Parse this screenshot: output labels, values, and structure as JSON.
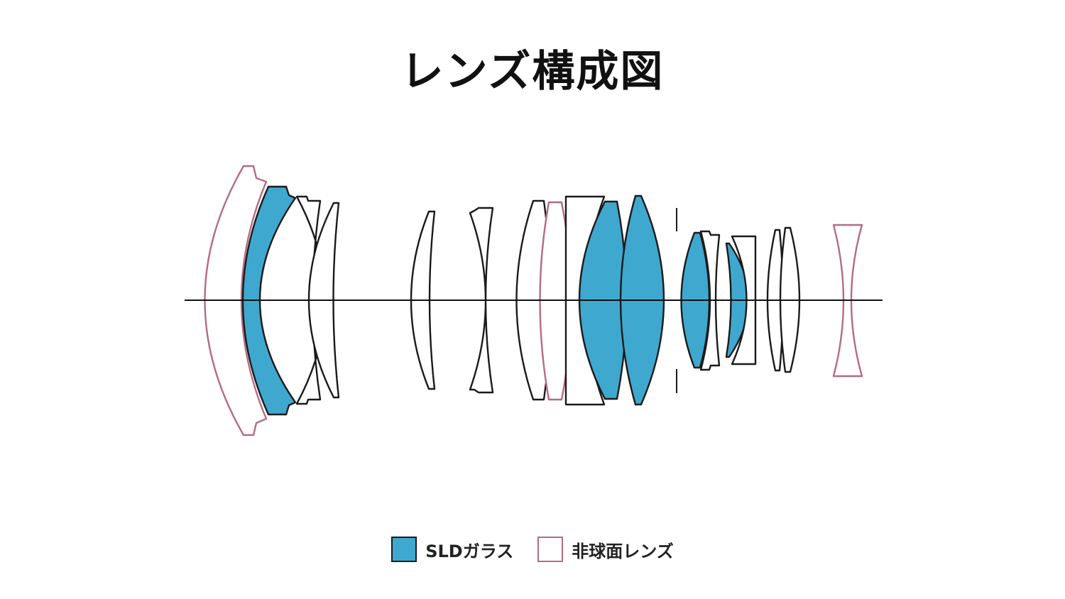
{
  "title": "レンズ構成図",
  "colors": {
    "sld_fill": "#3fa8cf",
    "aspherical_stroke": "#b56b83",
    "lens_stroke": "#1a1a1a",
    "axis": "#111111"
  },
  "legend": [
    {
      "key": "sld",
      "label": "SLDガラス"
    },
    {
      "key": "aspherical",
      "label": "非球面レンズ"
    }
  ]
}
